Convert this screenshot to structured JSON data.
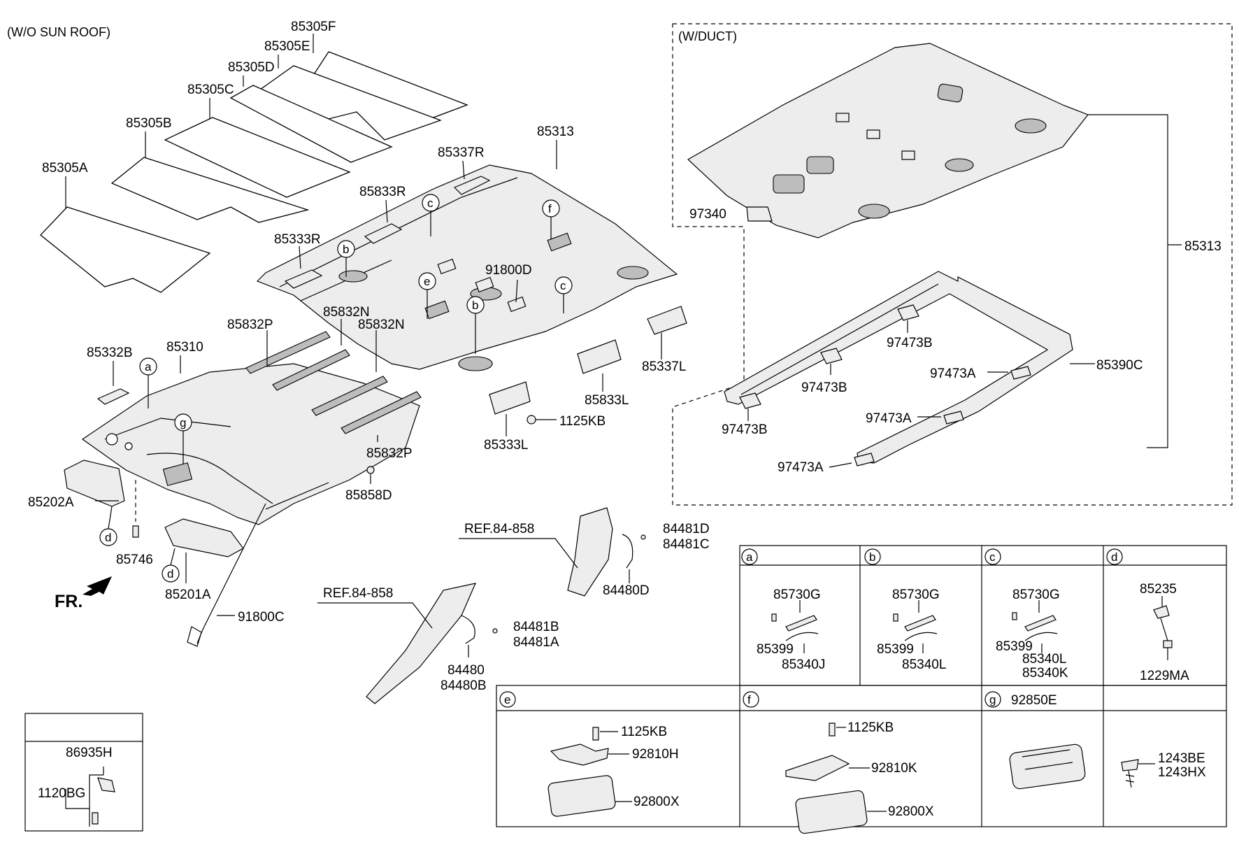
{
  "sections": {
    "wo_sunroof": "(W/O SUN ROOF)",
    "w_duct": "(W/DUCT)"
  },
  "front_marker": "FR.",
  "parts": {
    "p85305F": "85305F",
    "p85305E": "85305E",
    "p85305D": "85305D",
    "p85305C": "85305C",
    "p85305B": "85305B",
    "p85305A": "85305A",
    "p85313_main": "85313",
    "p85313_duct": "85313",
    "p85337R": "85337R",
    "p85833R": "85833R",
    "p85333R": "85333R",
    "p91800D": "91800D",
    "p85832N_1": "85832N",
    "p85832N_2": "85832N",
    "p85832P_1": "85832P",
    "p85832P_2": "85832P",
    "p85332B": "85332B",
    "p85310": "85310",
    "p85337L": "85337L",
    "p85833L": "85833L",
    "p1125KB_main": "1125KB",
    "p85333L": "85333L",
    "p85858D": "85858D",
    "p85202A": "85202A",
    "p85746": "85746",
    "p85201A": "85201A",
    "p91800C": "91800C",
    "ref1": "REF.84-858",
    "ref2": "REF.84-858",
    "p84481D": "84481D",
    "p84481C": "84481C",
    "p84480D": "84480D",
    "p84481B": "84481B",
    "p84481A": "84481A",
    "p84480": "84480",
    "p84480B": "84480B",
    "p97340": "97340",
    "p97473B_1": "97473B",
    "p97473B_2": "97473B",
    "p97473B_3": "97473B",
    "p97473A_1": "97473A",
    "p97473A_2": "97473A",
    "p97473A_3": "97473A",
    "p85390C": "85390C",
    "p86935H": "86935H",
    "p1120BG": "1120BG"
  },
  "callouts": {
    "a1": "a",
    "b1": "b",
    "b2": "b",
    "c1": "c",
    "c2": "c",
    "d1": "d",
    "d2": "d",
    "e1": "e",
    "f1": "f",
    "g1": "g"
  },
  "table": {
    "a": {
      "key": "a",
      "p1": "85730G",
      "p2": "85399",
      "p3": "85340J"
    },
    "b": {
      "key": "b",
      "p1": "85730G",
      "p2": "85399",
      "p3": "85340L"
    },
    "c": {
      "key": "c",
      "p1": "85730G",
      "p2": "85399",
      "p3": "85340L",
      "p4": "85340K"
    },
    "d": {
      "key": "d",
      "p1": "85235",
      "p2": "1229MA"
    },
    "e": {
      "key": "e",
      "p1": "1125KB",
      "p2": "92810H",
      "p3": "92800X"
    },
    "f": {
      "key": "f",
      "p1": "1125KB",
      "p2": "92810K",
      "p3": "92800X"
    },
    "g": {
      "key": "g",
      "p1": "92850E"
    },
    "h": {
      "p1": "1243BE",
      "p2": "1243HX"
    }
  }
}
